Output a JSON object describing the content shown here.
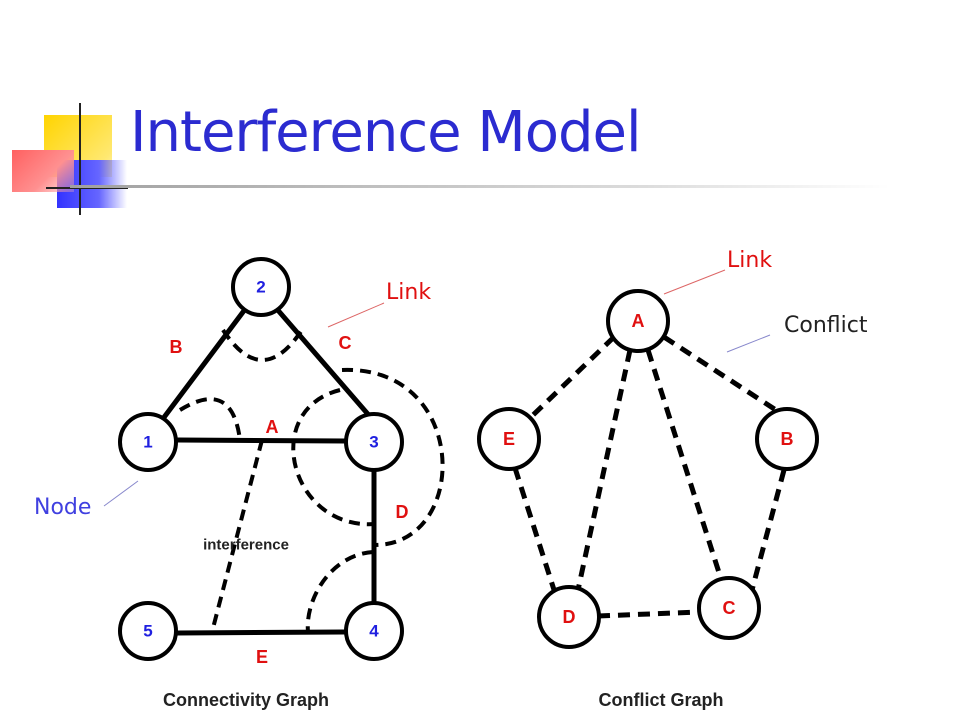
{
  "slide": {
    "title": "Interference Model"
  },
  "colors": {
    "title": "#2b2bd0",
    "accent_yellow": "#ffd400",
    "accent_blue": "#3333ff",
    "accent_red": "#ff4040",
    "node_label": "#2020e0",
    "edge_label": "#e01010",
    "callout_red": "#e01010",
    "callout_blue": "#4040e0",
    "callout_dark": "#222222"
  },
  "callouts": {
    "node": "Node",
    "link_left": "Link",
    "link_right": "Link",
    "conflict": "Conflict"
  },
  "connectivity_graph": {
    "caption": "Connectivity Graph",
    "nodes": [
      "2",
      "1",
      "3",
      "4",
      "5"
    ],
    "edges": [
      "B",
      "C",
      "A",
      "D",
      "E"
    ],
    "interference_label": "interference"
  },
  "conflict_graph": {
    "caption": "Conflict Graph",
    "nodes": [
      "A",
      "E",
      "B",
      "D",
      "C"
    ]
  }
}
